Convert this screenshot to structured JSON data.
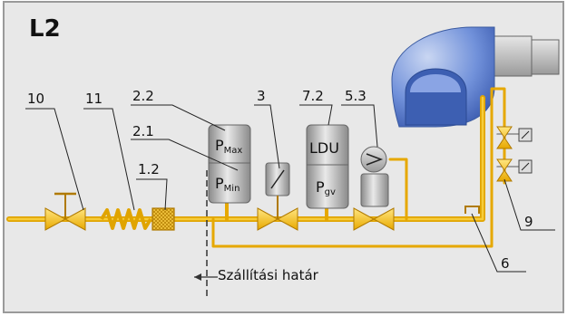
{
  "diagram": {
    "title": "L2",
    "labels": {
      "l10": "10",
      "l11": "11",
      "l12": "1.2",
      "l21": "2.1",
      "l22": "2.2",
      "l3": "3",
      "l72": "7.2",
      "l53": "5.3",
      "l6": "6",
      "l9": "9"
    },
    "pressure_switch_max": {
      "main": "P",
      "sub": "Max"
    },
    "pressure_switch_min": {
      "main": "P",
      "sub": "Min"
    },
    "ldu": {
      "top": "LDU",
      "main": "P",
      "sub": "gv"
    },
    "boundary": {
      "label": "Szállítási határ"
    },
    "colors": {
      "background": "#e8e8e8",
      "pipe": "#f0b400",
      "pipe_light": "#f7d24a",
      "burner": "#6f8fd8",
      "device_gray": "#b5b5b5"
    }
  }
}
